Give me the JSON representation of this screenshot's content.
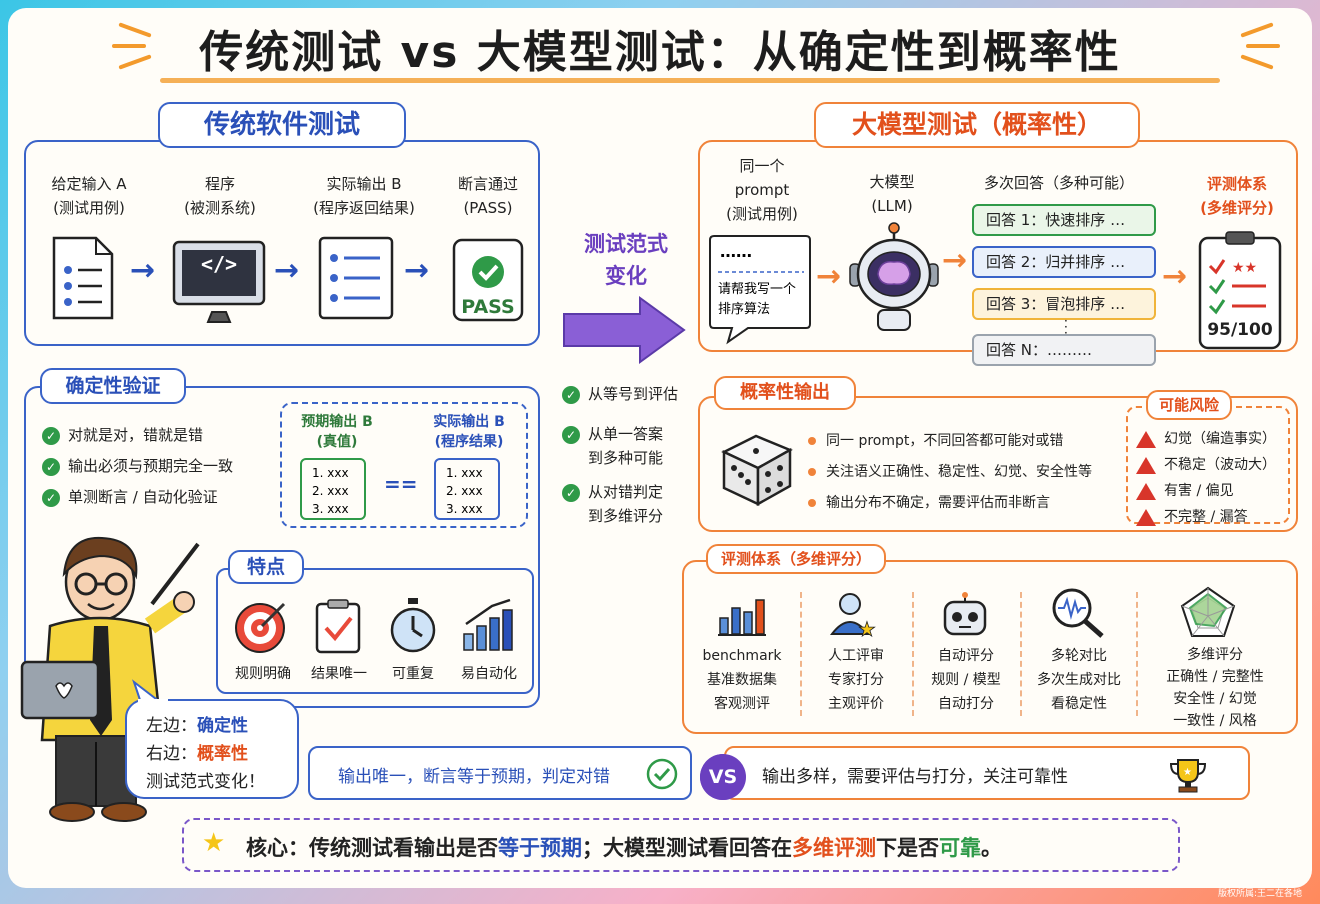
{
  "title": "传统测试 vs 大模型测试：从确定性到概率性",
  "left": {
    "header": "传统软件测试",
    "steps": [
      {
        "line1": "给定输入 A",
        "line2": "(测试用例)"
      },
      {
        "line1": "程序",
        "line2": "(被测系统)"
      },
      {
        "line1": "实际输出 B",
        "line2": "(程序返回结果)"
      },
      {
        "line1": "断言通过",
        "line2": "(PASS)"
      }
    ],
    "pass_label": "PASS",
    "code_label": "</>",
    "deterministic": {
      "header": "确定性验证",
      "items": [
        "对就是对，错就是错",
        "输出必须与预期完全一致",
        "单测断言 / 自动化验证"
      ],
      "expected_title": "预期输出 B",
      "expected_sub": "(真值)",
      "actual_title": "实际输出 B",
      "actual_sub": "(程序结果)",
      "list": [
        "1. xxx",
        "2. xxx",
        "3. xxx"
      ],
      "equals": "=="
    },
    "features": {
      "header": "特点",
      "items": [
        "规则明确",
        "结果唯一",
        "可重复",
        "易自动化"
      ]
    },
    "bubble": {
      "l1_prefix": "左边：",
      "l1_value": "确定性",
      "l2_prefix": "右边：",
      "l2_value": "概率性",
      "l3": "测试范式变化！"
    }
  },
  "middle": {
    "label_line1": "测试范式",
    "label_line2": "变化",
    "items": [
      {
        "line1": "从等号到评估",
        "line2": ""
      },
      {
        "line1": "从单一答案",
        "line2": "到多种可能"
      },
      {
        "line1": "从对错判定",
        "line2": "到多维评分"
      }
    ]
  },
  "right": {
    "header": "大模型测试（概率性）",
    "prompt_title": [
      "同一个",
      "prompt",
      "(测试用例)"
    ],
    "prompt_dots": "……",
    "prompt_text": [
      "请帮我写一个",
      "排序算法"
    ],
    "model_title": [
      "大模型",
      "(LLM)"
    ],
    "answers_title": "多次回答（多种可能）",
    "answers": [
      "回答 1：快速排序 …",
      "回答 2：归并排序 …",
      "回答 3：冒泡排序 …",
      "回答 N：………"
    ],
    "eval_title": [
      "评测体系",
      "(多维评分)"
    ],
    "score": "95/100",
    "prob_output": {
      "header": "概率性输出",
      "items": [
        "同一 prompt，不同回答都可能对或错",
        "关注语义正确性、稳定性、幻觉、安全性等",
        "输出分布不确定，需要评估而非断言"
      ]
    },
    "risks": {
      "header": "可能风险",
      "items": [
        "幻觉（编造事实）",
        "不稳定（波动大）",
        "有害 / 偏见",
        "不完整 / 漏答"
      ]
    },
    "eval_system": {
      "header": "评测体系（多维评分）",
      "columns": [
        {
          "icon": "bar-chart-icon",
          "lines": [
            "benchmark",
            "基准数据集",
            "客观测评"
          ]
        },
        {
          "icon": "person-star-icon",
          "lines": [
            "人工评审",
            "专家打分",
            "主观评价"
          ]
        },
        {
          "icon": "robot-icon",
          "lines": [
            "自动评分",
            "规则 / 模型",
            "自动打分"
          ]
        },
        {
          "icon": "magnifier-wave-icon",
          "lines": [
            "多轮对比",
            "多次生成对比",
            "看稳定性"
          ]
        },
        {
          "icon": "radar-chart-icon",
          "lines": [
            "多维评分",
            "正确性 / 完整性",
            "安全性 / 幻觉",
            "一致性 / 风格"
          ]
        }
      ]
    }
  },
  "compare": {
    "left": "输出唯一，断言等于预期，判定对错",
    "vs": "VS",
    "right": "输出多样，需要评估与打分，关注可靠性"
  },
  "core": {
    "prefix": "核心：传统测试看输出是否",
    "hl1": "等于预期",
    "mid": "；大模型测试看回答在",
    "hl2": "多维评测",
    "mid2": "下是否",
    "hl3": "可靠",
    "suffix": "。"
  },
  "watermark": "版权所属:王二在各地",
  "colors": {
    "blue": "#3a63c8",
    "orange": "#f0833a",
    "purple": "#7a57c9",
    "green": "#2f9a48",
    "red": "#d8352a"
  }
}
